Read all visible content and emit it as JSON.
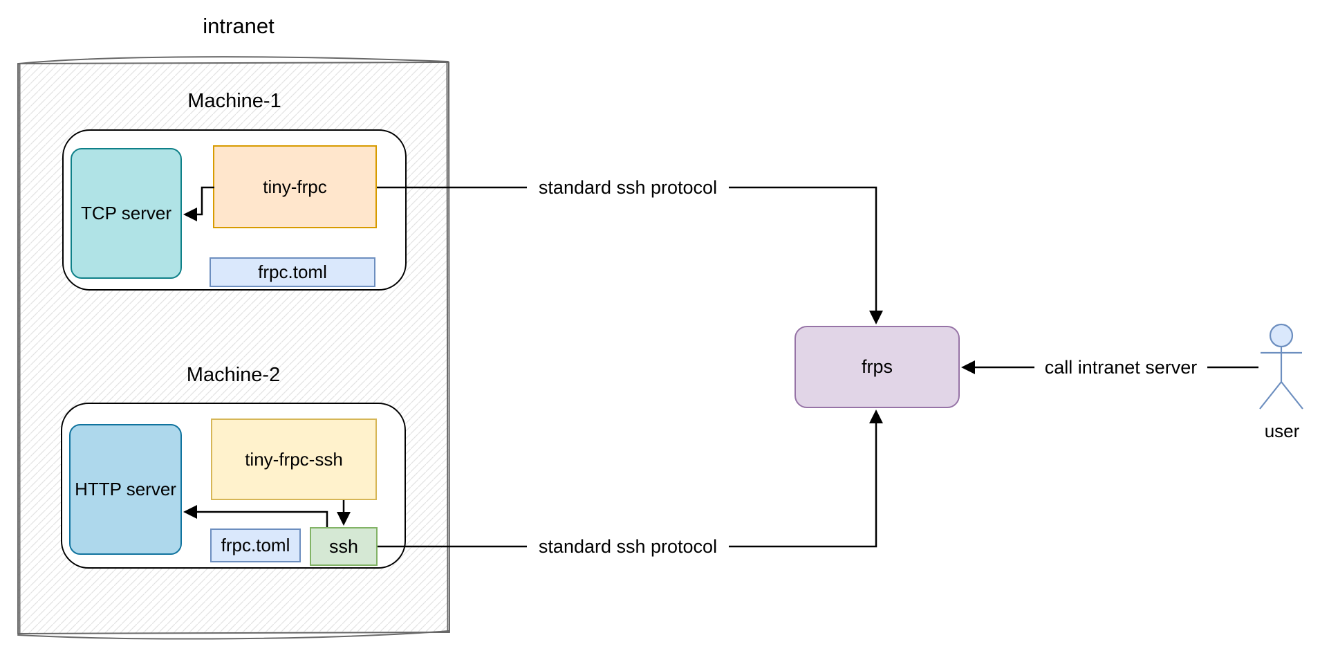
{
  "title": "intranet",
  "machine1": {
    "label": "Machine-1",
    "tcp_server": "TCP server",
    "tiny_frpc": "tiny-frpc",
    "frpc_toml": "frpc.toml"
  },
  "machine2": {
    "label": "Machine-2",
    "http_server": "HTTP server",
    "tiny_frpc_ssh": "tiny-frpc-ssh",
    "frpc_toml": "frpc.toml",
    "ssh": "ssh"
  },
  "frps": {
    "label": "frps"
  },
  "user": {
    "label": "user"
  },
  "edges": {
    "top_protocol": "standard ssh protocol",
    "bottom_protocol": "standard ssh protocol",
    "user_call": "call intranet server"
  },
  "colors": {
    "container_stroke": "#686868",
    "hatch_line": "#e3e3e3",
    "machine_stroke": "#000000",
    "machine_fill": "#ffffff",
    "tcp_fill": "#b0e3e6",
    "tcp_stroke": "#0e8088",
    "tiny_frpc_fill": "#ffe6cc",
    "tiny_frpc_stroke": "#d79b00",
    "frpc_toml_fill": "#dae8fc",
    "frpc_toml_stroke": "#6c8ebf",
    "http_fill": "#aed8ec",
    "http_stroke": "#10739e",
    "tiny_frpc_ssh_fill": "#fff2cc",
    "tiny_frpc_ssh_stroke": "#d6b656",
    "ssh_fill": "#d5e8d4",
    "ssh_stroke": "#82b366",
    "frps_fill": "#e1d5e7",
    "frps_stroke": "#9673a6",
    "user_stroke": "#6c8ebf",
    "user_head_fill": "#dae8fc",
    "connector": "#000000"
  }
}
